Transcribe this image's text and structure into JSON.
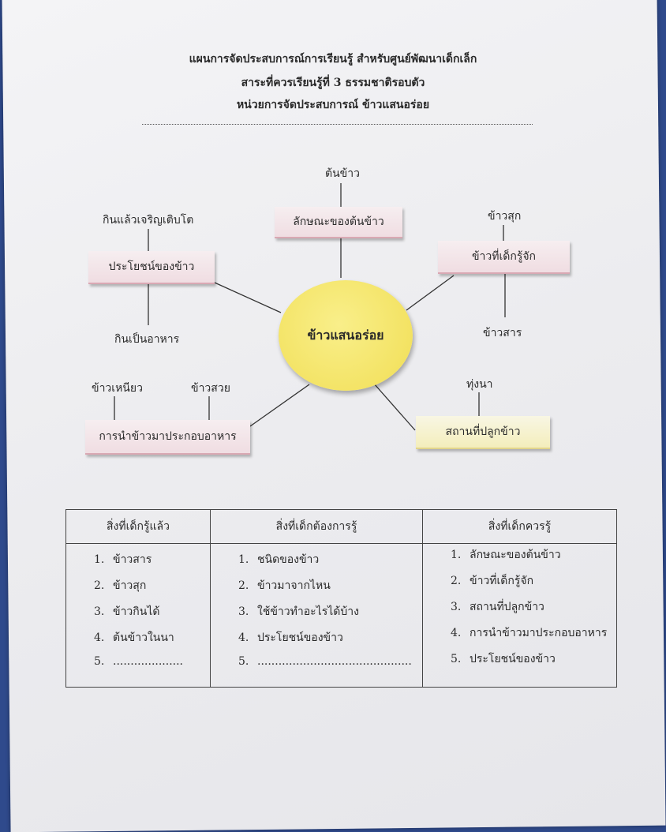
{
  "header": {
    "line1": "แผนการจัดประสบการณ์การเรียนรู้  สำหรับศูนย์พัฒนาเด็กเล็ก",
    "line2": "สาระที่ควรเรียนรู้ที่ 3 ธรรมชาติรอบตัว",
    "line3": "หน่วยการจัดประสบการณ์  ข้าวแสนอร่อย"
  },
  "mindmap": {
    "center": "ข้าวแสนอร่อย",
    "branches": {
      "characteristics": {
        "label": "ลักษณะของต้นข้าว",
        "leaves": [
          "ต้นข้าว"
        ]
      },
      "benefits": {
        "label": "ประโยชน์ของข้าว",
        "leaves": [
          "กินแล้วเจริญเติบโต",
          "กินเป็นอาหาร"
        ]
      },
      "known": {
        "label": "ข้าวที่เด็กรู้จัก",
        "leaves": [
          "ข้าวสุก",
          "ข้าวสาร"
        ]
      },
      "cooking": {
        "label": "การนำข้าวมาประกอบอาหาร",
        "leaves": [
          "ข้าวเหนียว",
          "ข้าวสวย"
        ]
      },
      "place": {
        "label": "สถานที่ปลูกข้าว",
        "leaves": [
          "ทุ่งนา"
        ]
      }
    }
  },
  "table": {
    "headers": [
      "สิ่งที่เด็กรู้แล้ว",
      "สิ่งที่เด็กต้องการรู้",
      "สิ่งที่เด็กควรรู้"
    ],
    "columns": [
      [
        {
          "n": "1.",
          "t": "ข้าวสาร"
        },
        {
          "n": "2.",
          "t": "ข้าวสุก"
        },
        {
          "n": "3.",
          "t": "ข้าวกินได้"
        },
        {
          "n": "4.",
          "t": "ต้นข้าวในนา"
        },
        {
          "n": "5.",
          "t": "...................."
        }
      ],
      [
        {
          "n": "1.",
          "t": "ชนิดของข้าว"
        },
        {
          "n": "2.",
          "t": "ข้าวมาจากไหน"
        },
        {
          "n": "3.",
          "t": "ใช้ข้าวทำอะไรได้บ้าง"
        },
        {
          "n": "4.",
          "t": "ประโยชน์ของข้าว"
        },
        {
          "n": "5.",
          "t": "............................................"
        }
      ],
      [
        {
          "n": "1.",
          "t": "ลักษณะของต้นข้าว"
        },
        {
          "n": "2.",
          "t": "ข้าวที่เด็กรู้จัก"
        },
        {
          "n": "3.",
          "t": "สถานที่ปลูกข้าว"
        },
        {
          "n": "4.",
          "t": "การนำข้าวมาประกอบอาหาร"
        },
        {
          "n": "5.",
          "t": "ประโยชน์ของข้าว"
        }
      ]
    ]
  }
}
